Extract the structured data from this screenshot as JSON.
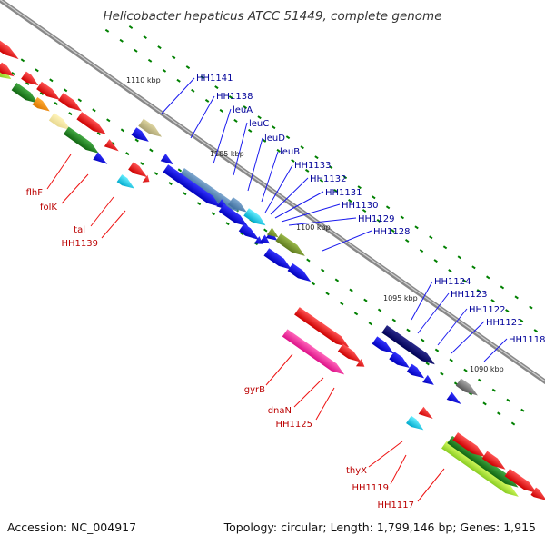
{
  "title": "Helicobacter hepaticus ATCC 51449, complete genome",
  "accession": "Accession: NC_004917",
  "topology": "Topology: circular; Length: 1,799,146 bp; Genes: 1,915",
  "ticks": [
    "1110 kbp",
    "1105 kbp",
    "1100 kbp",
    "1095 kbp",
    "1090 kbp"
  ],
  "upper_labels": [
    "HH1141",
    "HH1138",
    "leuA",
    "leuC",
    "leuD",
    "leuB",
    "HH1133",
    "HH1132",
    "HH1131",
    "HH1130",
    "HH1129",
    "HH1128",
    "HH1124",
    "HH1123",
    "HH1122",
    "HH1121",
    "HH1118"
  ],
  "lower_labels": [
    "flhF",
    "folK",
    "tal",
    "HH1139",
    "gyrB",
    "dnaN",
    "HH1125",
    "thyX",
    "HH1119",
    "HH1117"
  ],
  "colors": {
    "forward": "#0000ee",
    "reverse": "#ee0000",
    "upper_label_text": "#000099",
    "lower_label_text": "#bb0000",
    "backbone": "#888888",
    "tick_marks": "#008000"
  }
}
